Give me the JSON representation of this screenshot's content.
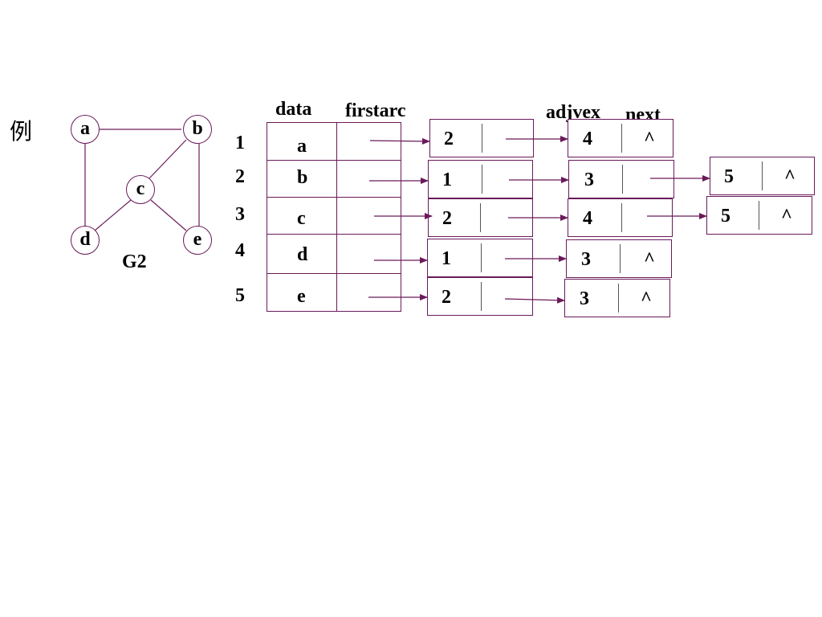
{
  "example_label": "例",
  "graph": {
    "name": "G2",
    "vertices": [
      "a",
      "b",
      "c",
      "d",
      "e"
    ],
    "edges": [
      [
        "a",
        "b"
      ],
      [
        "a",
        "d"
      ],
      [
        "b",
        "c"
      ],
      [
        "b",
        "e"
      ],
      [
        "c",
        "d"
      ],
      [
        "c",
        "e"
      ]
    ]
  },
  "headers": {
    "data": "data",
    "firstarc": "firstarc",
    "adjvex": "adjvex",
    "next": "next"
  },
  "rows": [
    {
      "index": "1",
      "data": "a",
      "arcs": [
        {
          "adjvex": "2",
          "next": ""
        },
        {
          "adjvex": "4",
          "next": "^"
        }
      ]
    },
    {
      "index": "2",
      "data": "b",
      "arcs": [
        {
          "adjvex": "1",
          "next": ""
        },
        {
          "adjvex": "3",
          "next": ""
        },
        {
          "adjvex": "5",
          "next": "^"
        }
      ]
    },
    {
      "index": "3",
      "data": "c",
      "arcs": [
        {
          "adjvex": "2",
          "next": ""
        },
        {
          "adjvex": "4",
          "next": ""
        },
        {
          "adjvex": "5",
          "next": "^"
        }
      ]
    },
    {
      "index": "4",
      "data": "d",
      "arcs": [
        {
          "adjvex": "1",
          "next": ""
        },
        {
          "adjvex": "3",
          "next": "^"
        }
      ]
    },
    {
      "index": "5",
      "data": "e",
      "arcs": [
        {
          "adjvex": "2",
          "next": ""
        },
        {
          "adjvex": "3",
          "next": "^"
        }
      ]
    }
  ],
  "colors": {
    "stroke": "#6a1a5a",
    "arrow": "#6a1a5a"
  }
}
